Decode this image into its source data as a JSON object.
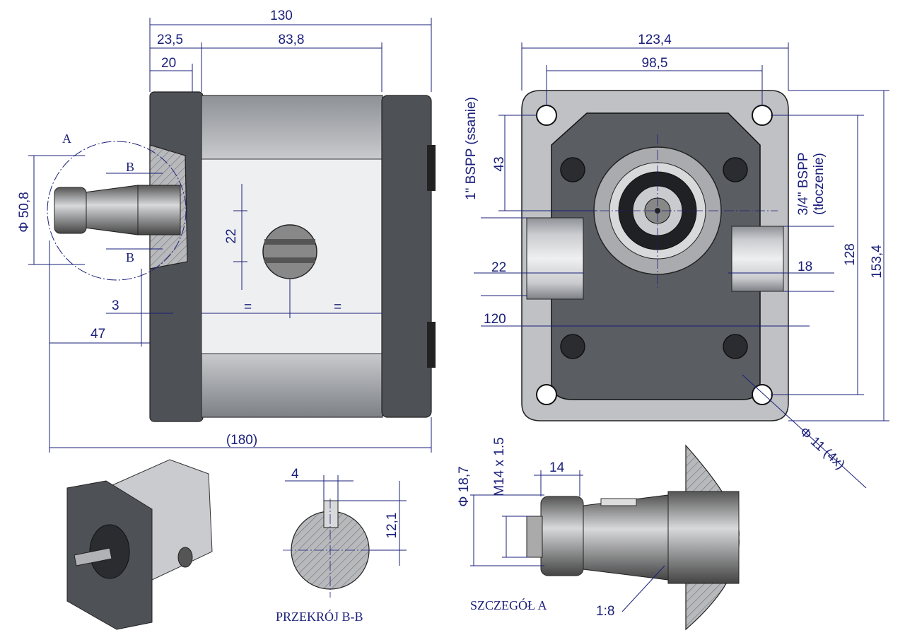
{
  "colors": {
    "dimension": "#1a1f7a",
    "body_dark": "#4e5156",
    "body_light": "#c9cbce"
  },
  "side_view": {
    "dim_total": "130",
    "dim_flange": "23,5",
    "dim_body": "83,8",
    "dim_20": "20",
    "detail_marker": "A",
    "section_marker_top": "B",
    "section_marker_bottom": "B",
    "dim_pilot": "Φ 50,8",
    "dim_port_height": "22",
    "dim_3": "3",
    "dim_47": "47",
    "equal_left": "=",
    "equal_right": "=",
    "dim_overall": "(180)"
  },
  "front_view": {
    "dim_width": "123,4",
    "dim_bolt_spacing": "98,5",
    "port_inlet": "1\" BSPP (ssanie)",
    "dim_43": "43",
    "port_outlet_line1": "3/4\" BSPP",
    "port_outlet_line2": "(tłoczenie)",
    "dim_inlet_depth": "22",
    "dim_outlet_depth": "18",
    "dim_128": "128",
    "dim_height": "153,4",
    "dim_120": "120",
    "dim_holes": "Φ 11 (4x)"
  },
  "section_bb": {
    "dim_key_width": "4",
    "dim_key_height": "12,1",
    "title": "PRZEKRÓJ B-B"
  },
  "detail_a": {
    "dim_diameter": "Φ 18,7",
    "dim_thread": "M14 x 1.5",
    "dim_14": "14",
    "taper": "1:8",
    "title": "SZCZEGÓŁ A"
  }
}
